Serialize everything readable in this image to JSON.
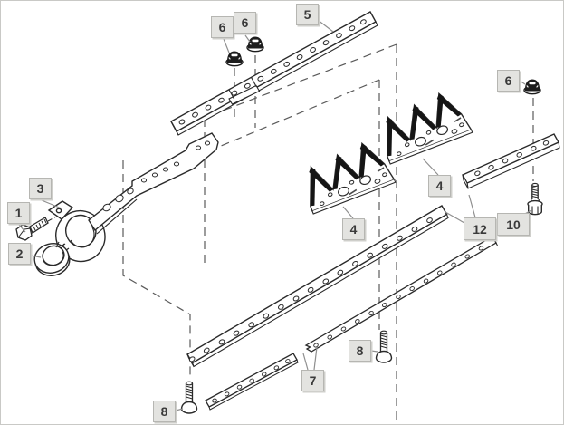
{
  "diagram": {
    "type": "exploded-parts-diagram",
    "callouts": [
      {
        "id": "1",
        "label": "1"
      },
      {
        "id": "2",
        "label": "2"
      },
      {
        "id": "3",
        "label": "3"
      },
      {
        "id": "4-left",
        "label": "4"
      },
      {
        "id": "4-right",
        "label": "4"
      },
      {
        "id": "5",
        "label": "5"
      },
      {
        "id": "6-top-left",
        "label": "6"
      },
      {
        "id": "6-top-right",
        "label": "6"
      },
      {
        "id": "6-right",
        "label": "6"
      },
      {
        "id": "7",
        "label": "7"
      },
      {
        "id": "8-left",
        "label": "8"
      },
      {
        "id": "8-right",
        "label": "8"
      },
      {
        "id": "10",
        "label": "10"
      },
      {
        "id": "12",
        "label": "12"
      }
    ],
    "colors": {
      "line": "#2a2a2a",
      "dashed_guide": "#5a5a5a",
      "leader": "#8f8f8f",
      "label_bg": "#e3e3e0",
      "label_border": "#b6b6b2",
      "label_text": "#3a3a3a",
      "background": "#ffffff",
      "frame": "#c9c9c6"
    }
  }
}
